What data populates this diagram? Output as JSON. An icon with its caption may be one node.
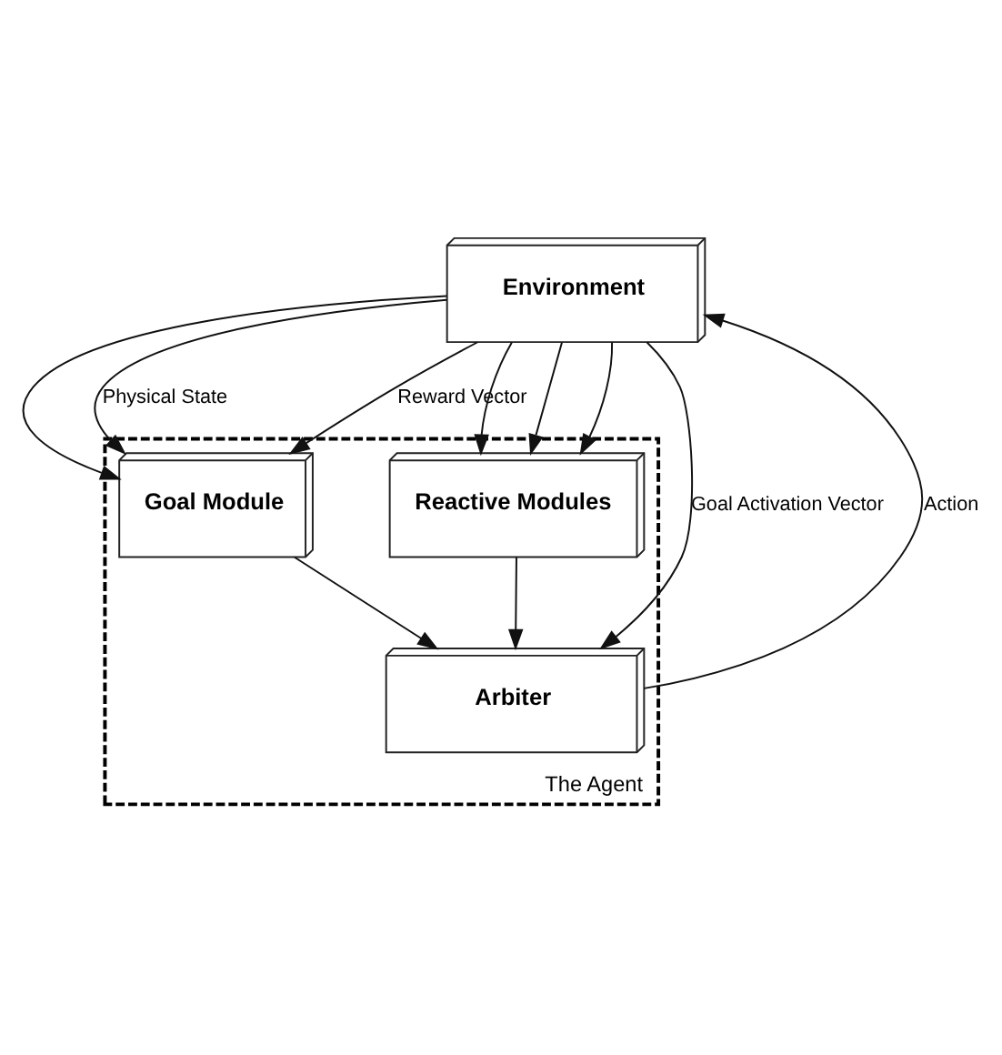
{
  "diagram": {
    "nodes": [
      {
        "text": [
          "Environment"
        ]
      },
      {
        "text": [
          "The Agent"
        ]
      },
      {
        "text": [
          "Arbiter"
        ],
        "in": 1
      },
      {
        "text": [
          "Goal Module"
        ],
        "in": 1
      },
      {
        "text": [
          "Reactive Modules"
        ],
        "in": 1
      }
    ],
    "edges": [
      {
        "from": 0,
        "to": 2,
        "arrow": "to",
        "label": "Goal Activation Vector"
      },
      {
        "from": 0,
        "to": 3,
        "arrow": "to"
      },
      {
        "from": 0,
        "to": 4,
        "arrow": "to"
      },
      {
        "from": 0,
        "to": 3,
        "arrow": "to",
        "label": "Physical State"
      },
      {
        "from": 0,
        "to": 4,
        "arrow": "to"
      },
      {
        "from": 0,
        "to": 3,
        "arrow": "to",
        "label": "Reward Vector"
      },
      {
        "from": 0,
        "to": 4,
        "arrow": "to"
      },
      {
        "from": 3,
        "to": 2,
        "arrow": "to"
      },
      {
        "from": 4,
        "to": 2,
        "arrow": "to"
      },
      {
        "from": 2,
        "to": 0,
        "arrow": "to",
        "label": "Action"
      }
    ]
  }
}
